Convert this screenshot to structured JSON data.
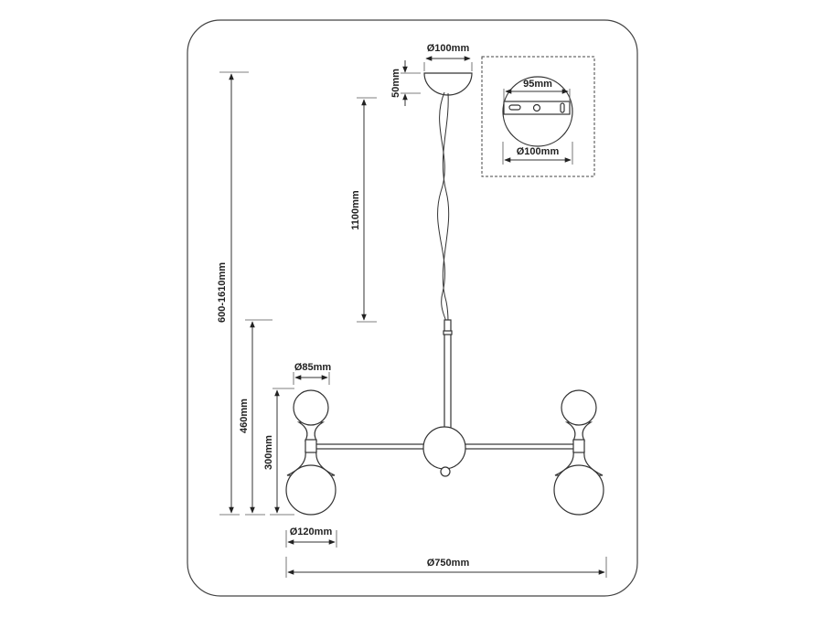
{
  "dimensions": {
    "canopy_diameter": "Ø100mm",
    "canopy_height": "50mm",
    "cable_length": "1100mm",
    "total_height": "600-1610mm",
    "fixture_height": "460mm",
    "shade_height": "300mm",
    "small_globe_diameter": "Ø85mm",
    "large_globe_diameter": "Ø120mm",
    "total_width": "Ø750mm",
    "inset": {
      "mount_spacing": "95mm",
      "canopy_diameter": "Ø100mm"
    }
  }
}
